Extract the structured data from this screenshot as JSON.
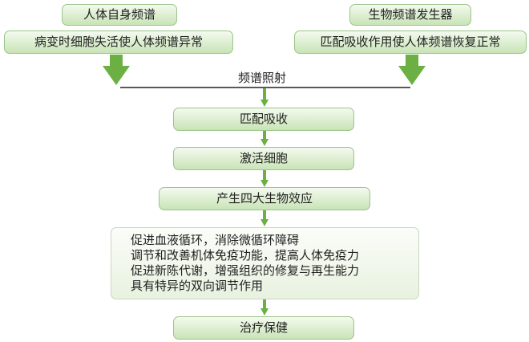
{
  "top_left": {
    "title": "人体自身频谱",
    "desc": "病变时细胞失活使人体频谱异常"
  },
  "top_right": {
    "title": "生物频谱发生器",
    "desc": "匹配吸收作用使人体频谱恢复正常"
  },
  "merge_label": "频谱照射",
  "steps": {
    "match": "匹配吸收",
    "activate": "激活细胞",
    "effects": "产生四大生物效应"
  },
  "effects_list": [
    "促进血液循环，消除微循环障碍",
    "调节和改善机体免疫功能，提高人体免疫力",
    "促进新陈代谢，增强组织的修复与再生能力",
    "具有特异的双向调节作用"
  ],
  "final": "治疗保健",
  "colors": {
    "arrow": "#6cb043",
    "box_fill_top": "#f4faef",
    "box_fill_bottom": "#c8e4b6",
    "box_border": "#9cc48a"
  }
}
